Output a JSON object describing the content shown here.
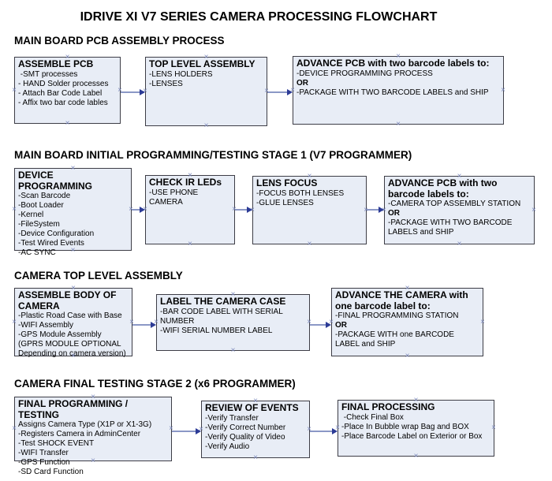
{
  "title": "IDRIVE XI V7 SERIES CAMERA PROCESSING FLOWCHART",
  "colors": {
    "box_fill": "#e8edf6",
    "box_border": "#3d3d46",
    "arrow_line": "#8b98c6",
    "arrow_head": "#2c3b96",
    "connection_mark": "#7e8abc",
    "text": "#000000",
    "background": "#ffffff"
  },
  "icons": {
    "connection_point": "×",
    "arrowhead": "triangle-right"
  },
  "sections": [
    {
      "heading": "MAIN BOARD PCB ASSEMBLY PROCESS",
      "boxes": [
        {
          "title": "ASSEMBLE PCB",
          "items": [
            " -SMT processes",
            "- HAND Solder processes",
            "- Attach Bar Code Label",
            "- Affix two bar code lables"
          ]
        },
        {
          "title": "TOP LEVEL ASSEMBLY",
          "items": [
            "-LENS HOLDERS",
            "-LENSES"
          ]
        },
        {
          "title": "ADVANCE PCB with two barcode labels to:",
          "items": [
            "-DEVICE PROGRAMMING PROCESS",
            "OR",
            "-PACKAGE WITH TWO BARCODE LABELS and SHIP"
          ]
        }
      ]
    },
    {
      "heading": "MAIN BOARD INITIAL PROGRAMMING/TESTING STAGE 1 (V7 PROGRAMMER)",
      "boxes": [
        {
          "title": "DEVICE PROGRAMMING",
          "items": [
            "-Scan Barcode",
            "-Boot Loader",
            "-Kernel",
            "-FileSystem",
            "-Device Configuration",
            "-Test Wired Events",
            "-AC SYNC"
          ]
        },
        {
          "title": "CHECK IR LEDs",
          "items": [
            "-USE PHONE CAMERA"
          ]
        },
        {
          "title": "LENS FOCUS",
          "items": [
            "-FOCUS BOTH LENSES",
            "-GLUE LENSES"
          ]
        },
        {
          "title": "ADVANCE PCB with two barcode labels to:",
          "items": [
            "-CAMERA TOP ASSEMBLY STATION",
            "OR",
            "-PACKAGE WITH TWO BARCODE LABELS and SHIP"
          ]
        }
      ]
    },
    {
      "heading": "CAMERA TOP LEVEL ASSEMBLY",
      "boxes": [
        {
          "title": "ASSEMBLE BODY OF CAMERA",
          "items": [
            "-Plastic Road Case with Base",
            "-WIFI Assembly",
            "-GPS Module Assembly",
            "(GPRS MODULE OPTIONAL",
            "Depending on camera version)"
          ]
        },
        {
          "title": "LABEL THE CAMERA CASE",
          "items": [
            "-BAR CODE LABEL WITH SERIAL NUMBER",
            "-WIFI SERIAL NUMBER LABEL"
          ]
        },
        {
          "title": "ADVANCE THE CAMERA with one barcode label to:",
          "items": [
            "-FINAL PROGRAMMING STATION",
            "OR",
            "-PACKAGE WITH one BARCODE LABEL and SHIP"
          ]
        }
      ]
    },
    {
      "heading": "CAMERA FINAL TESTING STAGE 2 (x6 PROGRAMMER)",
      "boxes": [
        {
          "title": "FINAL PROGRAMMING / TESTING",
          "items": [
            "Assigns Camera Type (X1P or X1-3G)",
            "-Registers Camera in AdminCenter",
            "-Test SHOCK EVENT",
            "-WIFI Transfer",
            "-GPS Function",
            "-SD Card Function"
          ]
        },
        {
          "title": "REVIEW OF EVENTS",
          "items": [
            "-Verify Transfer",
            "-Verify Correct Number",
            "-Verify Quality of Video",
            "-Verify Audio"
          ]
        },
        {
          "title": "FINAL PROCESSING",
          "items": [
            " -Check Final Box",
            "-Place In Bubble wrap Bag and BOX",
            "-Place Barcode Label on Exterior or Box"
          ]
        }
      ]
    }
  ]
}
